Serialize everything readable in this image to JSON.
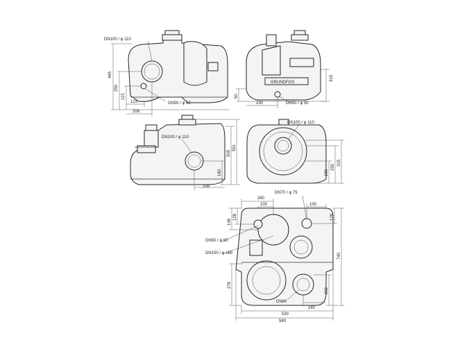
{
  "views": {
    "front": {
      "inlet_label": "DN100 /   φ 110",
      "outlet_label": "DN50 /   φ 50",
      "height_total": "445",
      "height_inlet": "250",
      "height_outlet": "115",
      "width_outlet": "123",
      "width_inlet": "208"
    },
    "side": {
      "outlet_label": "DN50 /   φ 50",
      "height_top": "319",
      "height_base": "50",
      "width_base": "230",
      "brand": "GRUNDFOS"
    },
    "rear": {
      "inlet_label": "DN100 /   φ 110",
      "height_total": "551",
      "height_mid": "505",
      "height_inlet": "180",
      "width_inlet": "208"
    },
    "end": {
      "inlet_label": "DN100 /   φ 110",
      "height_a": "180",
      "height_b": "250",
      "height_c": "315"
    },
    "plan": {
      "vent_label": "DN70 /   φ 75",
      "outlet_label": "DN50 /   φ 50",
      "inlet_label": "DN150 /   φ 160",
      "drain_label": "DN80",
      "dim_top_260": "260",
      "dim_top_100a": "100",
      "dim_top_100b": "100",
      "dim_left_108": "108",
      "dim_left_128a": "128",
      "dim_right_128b": "128",
      "dim_right_740": "740",
      "dim_left_276": "276",
      "dim_right_202": "202",
      "dim_bottom_140": "140",
      "dim_bottom_530": "530",
      "dim_bottom_580": "580"
    }
  }
}
